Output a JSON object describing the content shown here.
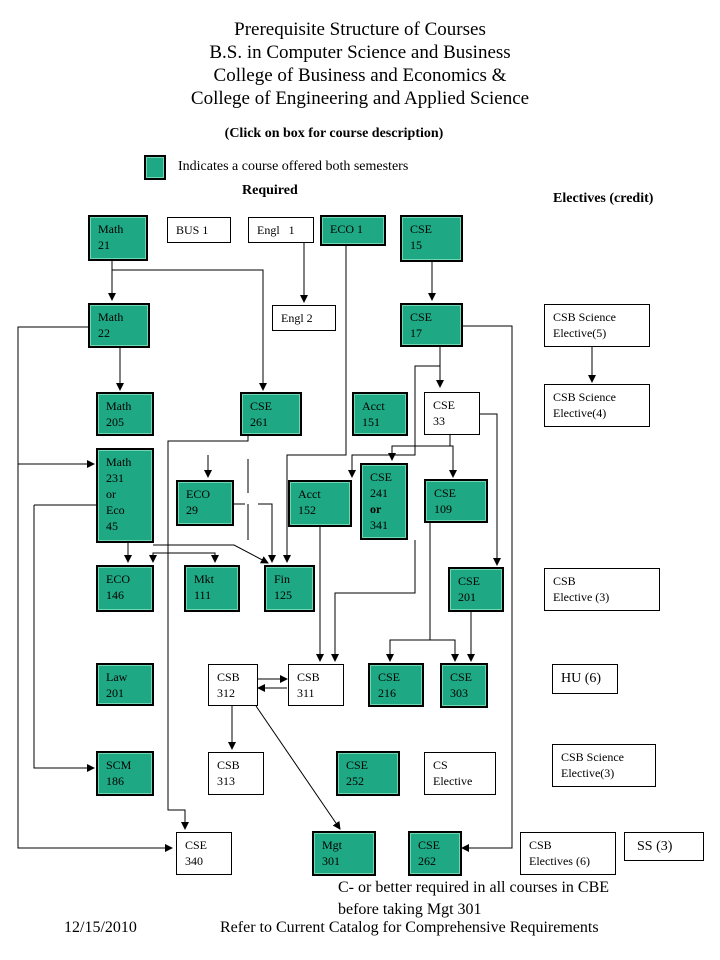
{
  "header": {
    "title_lines": [
      "Prerequisite Structure of Courses",
      "B.S. in Computer Science and Business",
      "College of Business and Economics &",
      "College of Engineering and Applied Science"
    ],
    "subtitle": "(Click on box for course description)"
  },
  "legend": {
    "text": "Indicates a course offered both semesters",
    "color": "#1ea883"
  },
  "headings": {
    "required": "Required",
    "electives": "Electives (credit)"
  },
  "courses": {
    "math21": "Math\n21",
    "bus1": "BUS 1",
    "engl1": "Engl   1",
    "eco1": "ECO 1",
    "cse15": "CSE\n15",
    "math22": "Math\n22",
    "engl2": "Engl 2",
    "cse17": "CSE\n17",
    "math205": "Math\n205",
    "cse261": "CSE\n261",
    "acct151": "Acct\n151",
    "cse33": "CSE\n33",
    "math231": "Math\n231\nor\nEco\n45",
    "eco29": "ECO\n29",
    "acct152": "Acct\n152",
    "cse241": "CSE\n241\nor\n341",
    "cse109": "CSE\n109",
    "eco146": "ECO\n146",
    "mkt111": "Mkt\n111",
    "fin125": "Fin\n125",
    "cse201": "CSE\n201",
    "law201": "Law\n201",
    "csb312": "CSB\n312",
    "csb311": "CSB\n311",
    "cse216": "CSE\n216",
    "cse303": "CSE\n303",
    "scm186": "SCM\n186",
    "csb313": "CSB\n313",
    "cse252": "CSE\n252",
    "cs_elective": "CS\nElective",
    "cse340": "CSE\n340",
    "mgt301": "Mgt\n301",
    "cse262": "CSE\n262"
  },
  "electives": {
    "sci5": "CSB Science\nElective(5)",
    "sci4": "CSB Science\nElective(4)",
    "csb3": "CSB\nElective (3)",
    "hu6": "HU (6)",
    "sci3": "CSB Science\nElective(3)",
    "csb6": "CSB\nElectives (6)",
    "ss3": "SS (3)"
  },
  "footer": {
    "note_line1": "C- or better required in all courses in CBE",
    "note_line2": "before taking Mgt 301",
    "date": "12/15/2010",
    "refer": "Refer to Current Catalog for Comprehensive Requirements"
  }
}
